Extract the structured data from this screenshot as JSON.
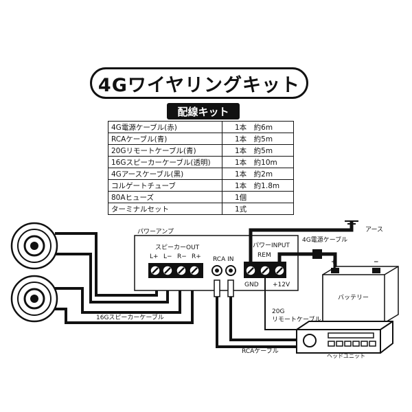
{
  "title": "4Gワイヤリングキット",
  "subtitle": "配線キット",
  "parts": [
    {
      "name": "4G電源ケーブル(赤)",
      "qty": "1本　約6m"
    },
    {
      "name": "RCAケーブル(青)",
      "qty": "1本　約5m"
    },
    {
      "name": "20Gリモートケーブル(青)",
      "qty": "1本　約5m"
    },
    {
      "name": "16Gスピーカーケーブル(透明)",
      "qty": "1本　約10m"
    },
    {
      "name": "4Gアースケーブル(黒)",
      "qty": "1本　約2m"
    },
    {
      "name": "コルゲートチューブ",
      "qty": "1本　約1.8m"
    },
    {
      "name": "80Aヒューズ",
      "qty": "1個"
    },
    {
      "name": "ターミナルセット",
      "qty": "1式"
    }
  ],
  "diagram": {
    "amp_label": "パワーアンプ",
    "speaker_out_label": "スピーカーOUT",
    "terminals": [
      "L+",
      "L−",
      "R−",
      "R+"
    ],
    "rca_in_label": "RCA IN",
    "power_input_label": "パワーINPUT",
    "rem_label": "REM",
    "gnd_label": "GND",
    "plus12v_label": "+12V",
    "power_cable_label": "4G電源ケーブル",
    "ground_label": "アース",
    "battery_label": "バッテリー",
    "remote_cable_label_1": "20G",
    "remote_cable_label_2": "リモートケーブル",
    "speaker_cable_label": "16Gスピーカーケーブル",
    "rca_cable_label": "RCAケーブル",
    "head_unit_label": "ヘッドユニット",
    "plus_sign": "+",
    "minus_sign": "−"
  }
}
